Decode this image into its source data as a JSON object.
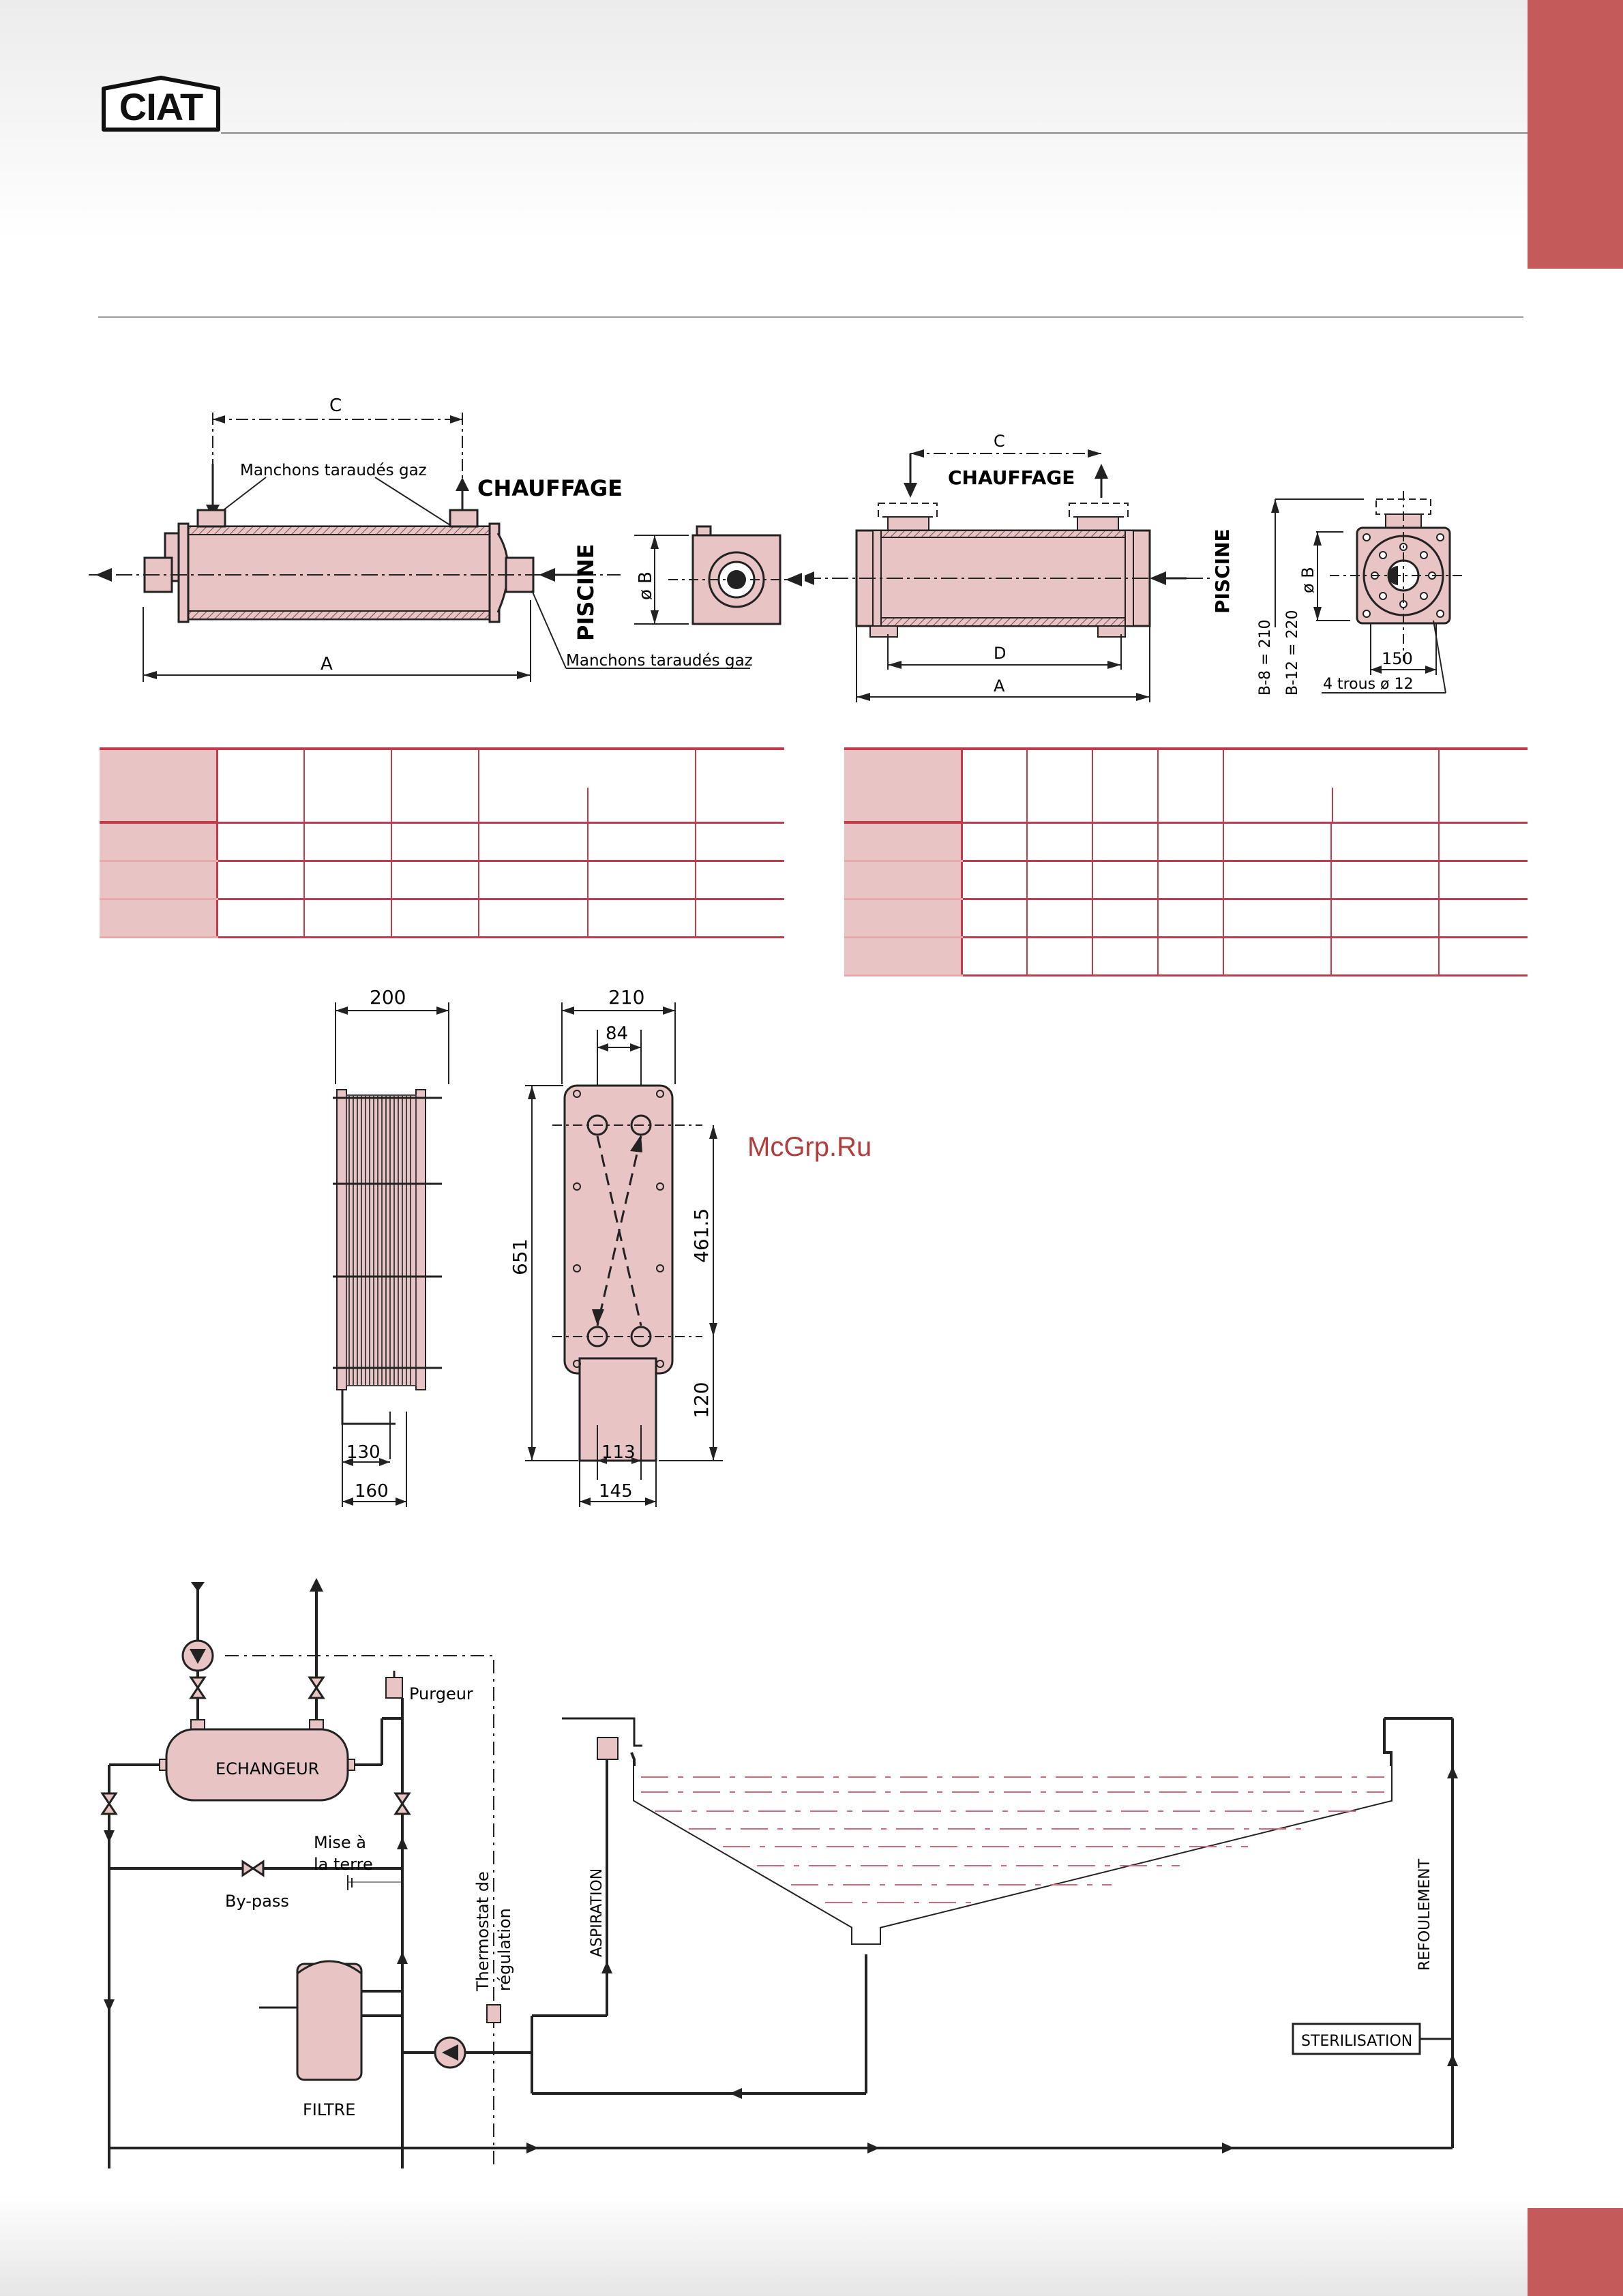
{
  "brand": {
    "logo_text": "CIAT"
  },
  "watermark": "McGrp.Ru",
  "colors": {
    "accent": "#c45a5a",
    "table_rule": "#c23b4b",
    "equipment_fill": "#e8c4c4",
    "table_header_fill": "#e8c4c4"
  },
  "figure1": {
    "dim_c": "C",
    "dim_a": "A",
    "label_manchons_top": "Manchons taraudés gaz",
    "label_manchons_bottom": "Manchons taraudés gaz",
    "label_chauffage": "CHAUFFAGE",
    "label_piscine": "PISCINE",
    "label_diam_b": "ø B"
  },
  "figure2": {
    "dim_c": "C",
    "dim_d": "D",
    "dim_a": "A",
    "label_chauffage": "CHAUFFAGE",
    "label_piscine": "PISCINE",
    "label_diam_b": "ø B",
    "label_b8": "B-8  =  210",
    "label_b12": "B-12  =  220",
    "dim_150": "150",
    "label_trous": "4 trous ø 12"
  },
  "figure3": {
    "dim_200": "200",
    "dim_130": "130",
    "dim_160": "160",
    "dim_210": "210",
    "dim_84": "84",
    "dim_651": "651",
    "dim_4615": "461.5",
    "dim_120": "120",
    "dim_113": "113",
    "dim_145": "145"
  },
  "schematic": {
    "label_echangeur": "ECHANGEUR",
    "label_purgeur": "Purgeur",
    "label_mise_1": "Mise à",
    "label_mise_2": "la terre",
    "label_bypass": "By-pass",
    "label_thermo_1": "Thermostat de",
    "label_thermo_2": "régulation",
    "label_aspiration": "ASPIRATION",
    "label_refoulement": "REFOULEMENT",
    "label_filtre": "FILTRE",
    "label_sterilisation": "STERILISATION"
  }
}
